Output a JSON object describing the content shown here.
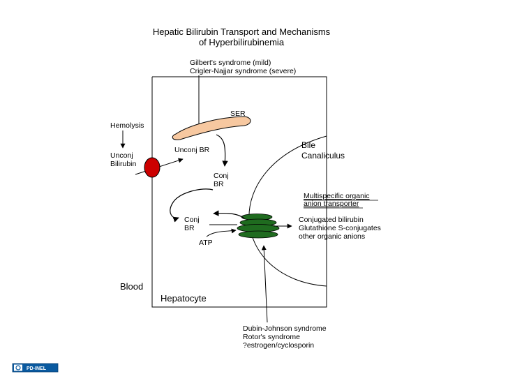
{
  "title_line1": "Hepatic Bilirubin Transport and Mechanisms",
  "title_line2": "of Hyperbilirubinemia",
  "top_note_line1": "Gilbert's syndrome (mild)",
  "top_note_line2": "Crigler-Najjar syndrome (severe)",
  "ser_label": "SER",
  "hemolysis_label": "Hemolysis",
  "unconj_bilirubin_line1": "Unconj",
  "unconj_bilirubin_line2": "Bilirubin",
  "unconj_br_label": "Unconj BR",
  "conj_br_upper_line1": "Conj",
  "conj_br_upper_line2": "BR",
  "conj_br_lower_line1": "Conj",
  "conj_br_lower_line2": "BR",
  "atp_label": "ATP",
  "bile_canaliculus_line1": "Bile",
  "bile_canaliculus_line2": "Canaliculus",
  "transporter_line1": "Multispecific organic",
  "transporter_line2": "anion transporter",
  "products_line1": "Conjugated bilirubin",
  "products_line2": "Glutathione S-conjugates",
  "products_line3": "other organic anions",
  "blood_label": "Blood",
  "hepatocyte_label": "Hepatocyte",
  "bottom_note_line1": "Dubin-Johnson syndrome",
  "bottom_note_line2": "Rotor's syndrome",
  "bottom_note_line3": "?estrogen/cyclosporin",
  "badge_label": "PD-INEL",
  "colors": {
    "ser": "#f7c8a0",
    "transporter": "#1f6b1f",
    "uptake_carrier": "#cc0000",
    "badge": "#0a5aa0"
  }
}
